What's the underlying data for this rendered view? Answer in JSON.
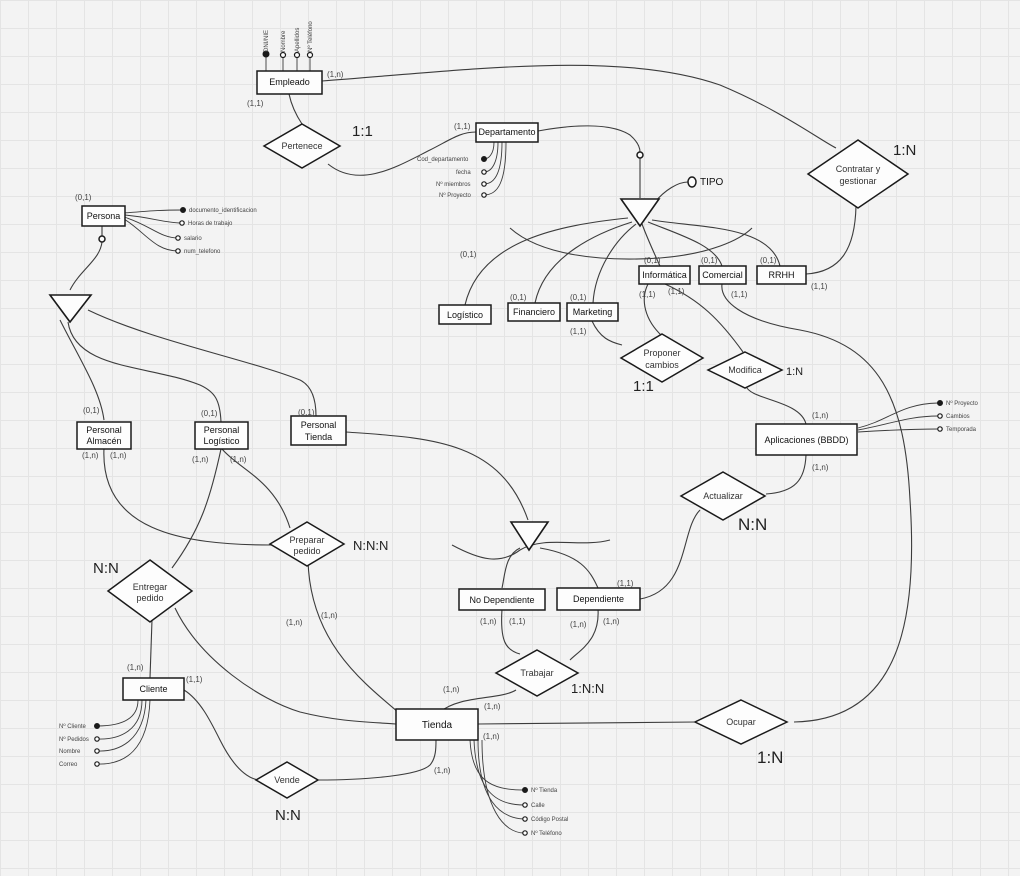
{
  "entities": {
    "empleado": "Empleado",
    "departamento": "Departamento",
    "persona": "Persona",
    "logistico": "Logístico",
    "financiero": "Financiero",
    "marketing": "Marketing",
    "informatica": "Informática",
    "comercial": "Comercial",
    "rrhh": "RRHH",
    "personal_almacen": [
      "Personal",
      "Almacén"
    ],
    "personal_logistico": [
      "Personal",
      "Logístico"
    ],
    "personal_tienda": [
      "Personal",
      "Tienda"
    ],
    "aplicaciones": "Aplicaciones (BBDD)",
    "no_dependiente": "No Dependiente",
    "dependiente": "Dependiente",
    "cliente": "Cliente",
    "tienda": "Tienda"
  },
  "relationships": {
    "pertenece": "Pertenece",
    "contratar": [
      "Contratar y",
      "gestionar"
    ],
    "proponer": [
      "Proponer",
      "cambios"
    ],
    "modifica": "Modifica",
    "actualizar": "Actualizar",
    "preparar": [
      "Preparar",
      "pedido"
    ],
    "entregar": [
      "Entregar",
      "pedido"
    ],
    "trabajar": "Trabajar",
    "vende": "Vende",
    "ocupar": "Ocupar"
  },
  "attributes": {
    "empleado": [
      "DNI/NIE",
      "Nombre",
      "Apellidos",
      "Nº Teléfono"
    ],
    "departamento": [
      "Cod_departamento",
      "fecha",
      "Nº miembros",
      "Nº Proyecto"
    ],
    "persona": [
      "documento_identificacion",
      "Horas de trabajo",
      "salario",
      "num_telefono"
    ],
    "aplicaciones": [
      "Nº Proyecto",
      "Cambios",
      "Temporada"
    ],
    "cliente": [
      "Nº Cliente",
      "Nº Pedidos",
      "Nombre",
      "Correo"
    ],
    "tienda": [
      "Nº Tienda",
      "Calle",
      "Código Postal",
      "Nº Teléfono"
    ]
  },
  "tipo_label": "TIPO",
  "cardinalities": {
    "c01": "(1,n)",
    "c02": "(1,1)",
    "c03": "(1,1)",
    "c04": "(0,1)",
    "c05": "(0,1)",
    "c06": "(0,1)",
    "c07": "(0,1)",
    "c08": "(0,1)",
    "c09": "(0,1)",
    "c10": "(0,1)",
    "c11": "(1,1)",
    "c12": "(1,1)",
    "c13": "(1,1)",
    "c14": "(1,1)",
    "c15": "(1,1)",
    "c16": "(1,n)",
    "c17": "(1,n)",
    "c18": "(0,1)",
    "c19": "(0,1)",
    "c20": "(0,1)",
    "c21": "(1,n)",
    "c22": "(1,n)",
    "c23": "(1,n)",
    "c24": "(1,n)",
    "c25": "(1,1)",
    "c26": "(1,n)",
    "c27": "(1,n)",
    "c28": "(1,n)",
    "c29": "(1,1)",
    "c30": "(1,n)",
    "c31": "(1,n)",
    "c32": "(1,n)",
    "c33": "(1,1)",
    "c34": "(1,n)",
    "c35": "(1,n)",
    "c36": "(1,n)"
  },
  "ratios": {
    "r_pertenece": "1:1",
    "r_contratar": "1:N",
    "r_proponer": "1:1",
    "r_modifica": "1:N",
    "r_actualizar": "N:N",
    "r_preparar": "N:N:N",
    "r_entregar": "N:N",
    "r_trabajar": "1:N:N",
    "r_vende": "N:N",
    "r_ocupar": "1:N"
  }
}
